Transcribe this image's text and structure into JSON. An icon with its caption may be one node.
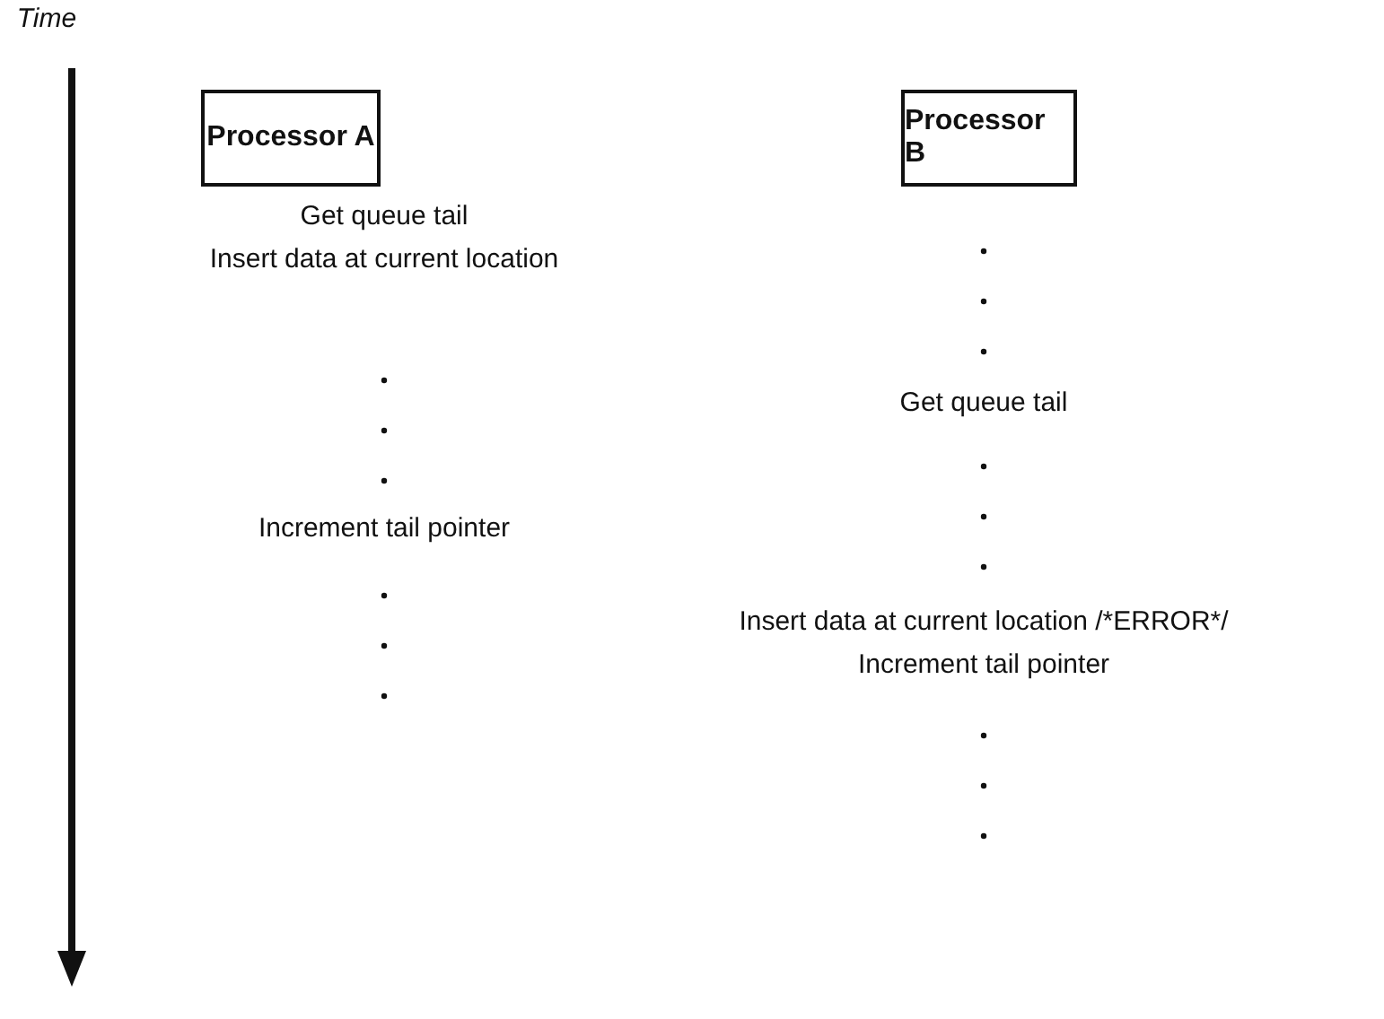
{
  "diagram": {
    "nodes": [
      {
        "text": [
          "Processor A"
        ]
      },
      {
        "text": [
          "Processor B"
        ]
      }
    ],
    "edges": [],
    "labels": [
      "Time",
      "Get queue tail",
      "Insert data at current location",
      "Increment tail pointer",
      "Get queue tail",
      "Insert data at current location /*ERROR*/",
      "Increment tail pointer"
    ]
  }
}
